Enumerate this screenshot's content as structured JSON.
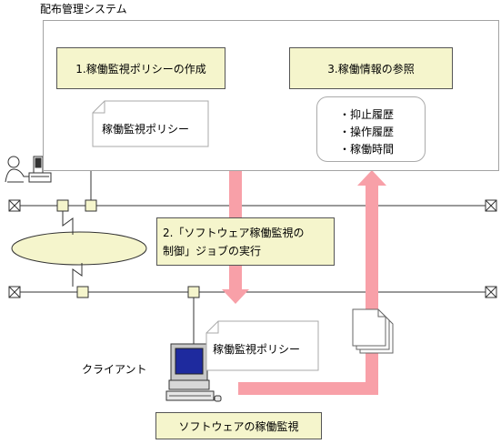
{
  "system_title": "配布管理システム",
  "step1_label": "1.稼働監視ポリシーの作成",
  "step3_label": "3.稼働情報の参照",
  "policy_doc_label": "稼働監視ポリシー",
  "reference_items": [
    "・抑止履歴",
    "・操作履歴",
    "・稼働時間"
  ],
  "step2_label": {
    "line1": "2.「ソフトウェア稼働監視の",
    "line2": "制御」ジョブの実行"
  },
  "client_label": "クライアント",
  "client_policy_label": "稼働監視ポリシー",
  "bottom_label": "ソフトウェアの稼働監視",
  "colors": {
    "box_fill": "#f5f5cc",
    "arrow": "#f8a0a8",
    "network_line": "#333333",
    "node_fill": "#f5f5cc"
  }
}
